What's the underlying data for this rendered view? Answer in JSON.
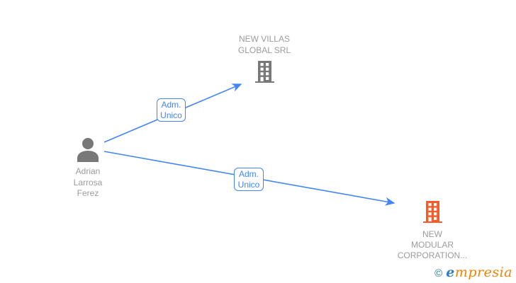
{
  "diagram": {
    "person": {
      "name": "Adrian Larrosa Ferez",
      "line1": "Adrian",
      "line2": "Larrosa",
      "line3": "Ferez"
    },
    "company_top": {
      "name": "NEW VILLAS GLOBAL SRL",
      "line1": "NEW VILLAS",
      "line2": "GLOBAL SRL"
    },
    "company_bottom": {
      "name": "NEW MODULAR CORPORATION...",
      "line1": "NEW",
      "line2": "MODULAR",
      "line3": "CORPORATION..."
    },
    "edge1": {
      "label": "Adm. Unico",
      "line1": "Adm.",
      "line2": "Unico"
    },
    "edge2": {
      "label": "Adm. Unico",
      "line1": "Adm.",
      "line2": "Unico"
    }
  },
  "watermark": {
    "copyright": "©",
    "brand_initial": "e",
    "brand_rest": "mpresia"
  },
  "colors": {
    "edge_blue": "#4285f4",
    "node_gray_icon": "#787878",
    "node_gray_text": "#9b9b9b",
    "company_orange": "#fb5a26",
    "watermark_teal": "#2a7a8c",
    "watermark_blue": "#2b7fc4",
    "watermark_orange": "#f08300"
  }
}
